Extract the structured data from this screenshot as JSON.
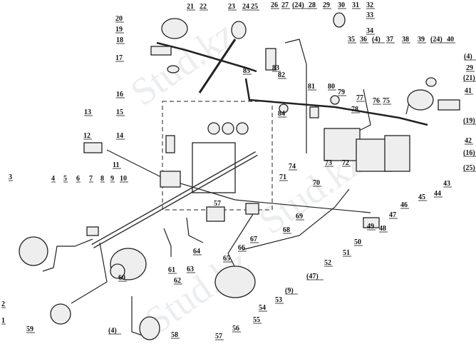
{
  "diagram": {
    "watermark": "Stud.kz",
    "labels": [
      "21",
      "22",
      "23",
      "24",
      "25",
      "26",
      "27",
      "(24)",
      "28",
      "29",
      "30",
      "31",
      "32",
      "33",
      "34",
      "35",
      "36",
      "(4)",
      "37",
      "38",
      "39",
      "(24)",
      "40",
      "(4)",
      "29",
      "(21)",
      "41",
      "(19)",
      "42",
      "(16)",
      "(25)",
      "43",
      "44",
      "45",
      "46",
      "47",
      "48",
      "49",
      "50",
      "51",
      "52",
      "(47)",
      "(9)",
      "53",
      "54",
      "55",
      "56",
      "57",
      "58",
      "(4)",
      "59",
      "1",
      "2",
      "60",
      "61",
      "62",
      "63",
      "64",
      "65",
      "66",
      "67",
      "68",
      "69",
      "70",
      "71",
      "3",
      "4",
      "5",
      "6",
      "7",
      "8",
      "9",
      "10",
      "11",
      "12",
      "13",
      "14",
      "15",
      "16",
      "17",
      "18",
      "19",
      "20",
      "85",
      "82",
      "83",
      "84",
      "81",
      "80",
      "79",
      "77",
      "76",
      "75",
      "78",
      "74",
      "73",
      "72",
      "57"
    ]
  }
}
